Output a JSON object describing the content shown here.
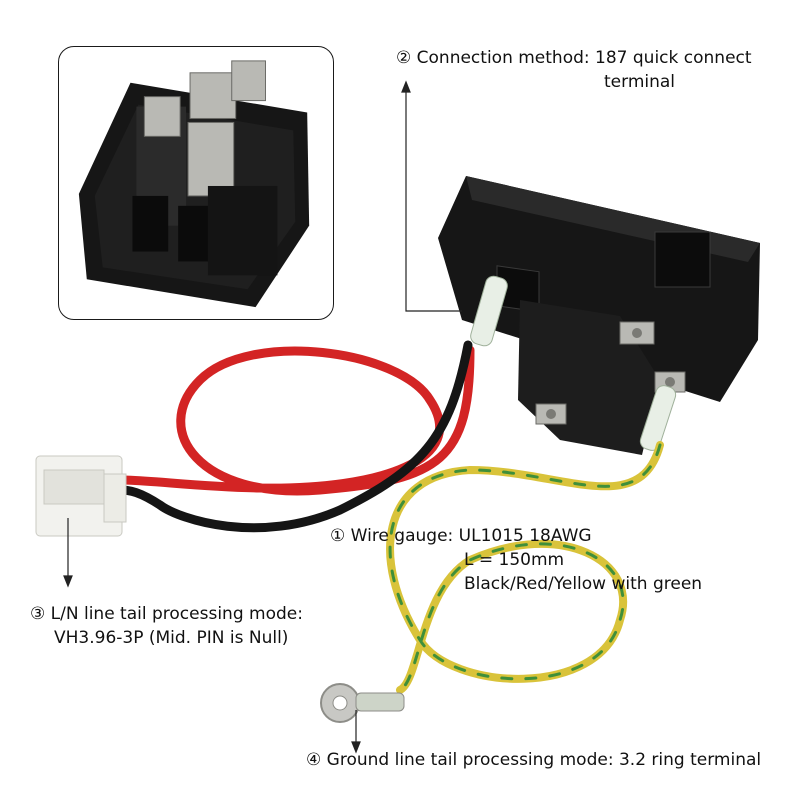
{
  "annotations": {
    "connection": {
      "marker": "②",
      "line1": "Connection method: 187 quick connect",
      "line2": "terminal"
    },
    "wire": {
      "marker": "①",
      "line1": "Wire gauge: UL1015 18AWG",
      "line2": "L = 150mm",
      "line3": "Black/Red/Yellow with green"
    },
    "ln_tail": {
      "marker": "③",
      "line1": "L/N line tail processing mode:",
      "line2": "VH3.96-3P (Mid. PIN is Null)"
    },
    "ground": {
      "marker": "④",
      "line1": "Ground line tail processing mode: 3.2 ring terminal"
    }
  },
  "colors": {
    "socket_body": "#161616",
    "wire_red": "#d32424",
    "wire_black": "#151515",
    "wire_yellow": "#d9c33a",
    "wire_green": "#3f8f3a",
    "connector_white": "#f2f2ee",
    "metal": "#b9b9b4"
  }
}
